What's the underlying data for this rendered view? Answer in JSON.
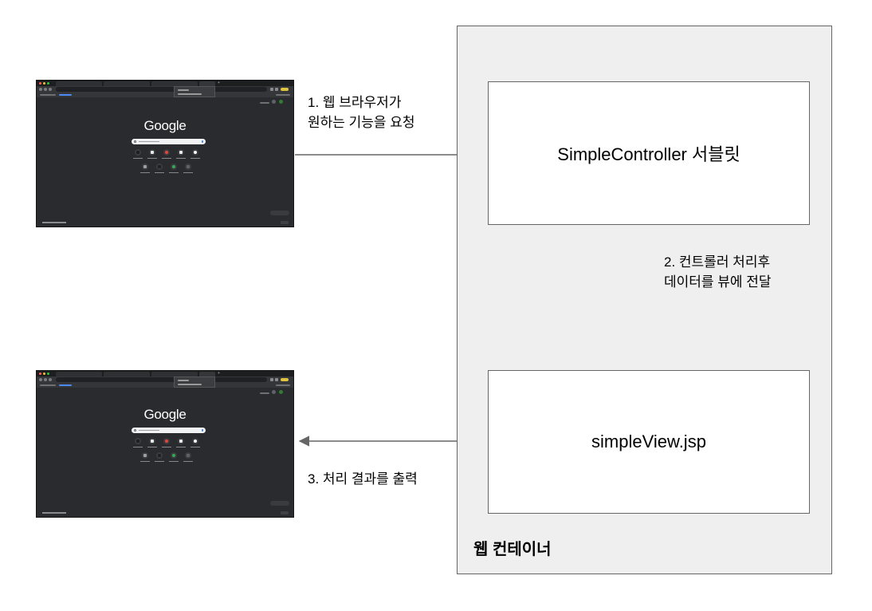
{
  "container": {
    "label": "웹 컨테이너",
    "fill": "#efefef",
    "stroke": "#666666"
  },
  "nodes": {
    "controller": "SimpleController 서블릿",
    "view": "simpleView.jsp"
  },
  "edges": {
    "request": "1. 웹 브라우저가\n원하는 기능을 요청",
    "forward": "2. 컨트롤러 처리후\n데이터를 뷰에 전달",
    "response": "3. 처리 결과를 출력"
  },
  "browser_thumbnail": {
    "logo_text": "Google",
    "theme_colors": {
      "page": "#2a2b2e",
      "toolbar": "#35363a",
      "search_box": "#f1f3f4"
    },
    "icon_names": [
      "browser-window-icon",
      "search-icon",
      "shortcut-icon"
    ]
  },
  "arrow_color": "#666666"
}
